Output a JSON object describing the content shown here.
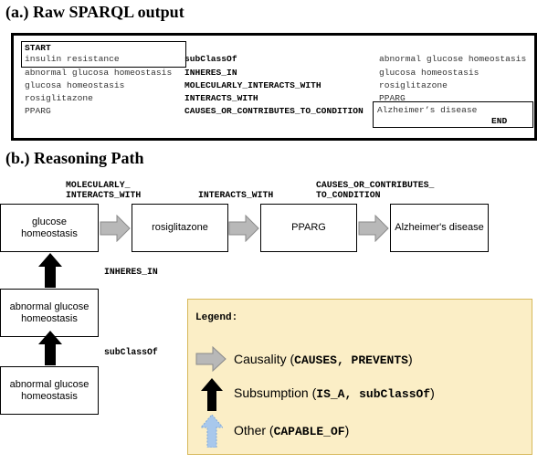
{
  "section_a": {
    "title": "(a.) Raw SPARQL output",
    "start_label": "START",
    "end_label": "END",
    "col1": [
      "insulin resistance",
      "abnormal glucosa homeostasis",
      "glucosa homeostasis",
      "rosiglitazone",
      "PPARG"
    ],
    "col2": [
      "subClassOf",
      "INHERES_IN",
      "MOLECULARLY_INTERACTS_WITH",
      "INTERACTS_WITH",
      "CAUSES_OR_CONTRIBUTES_TO_CONDITION"
    ],
    "col3": [
      "abnormal glucose homeostasis",
      "glucosa homeostasis",
      "rosiglitazone",
      "PPARG",
      "Alzheimer’s disease"
    ]
  },
  "section_b": {
    "title": "(b.) Reasoning Path",
    "nodes": {
      "glucose_homeostasis": "glucose homeostasis",
      "rosiglitazone": "rosiglitazone",
      "pparg": "PPARG",
      "alzheimers": "Alzheimer's disease",
      "abnormal_1": "abnormal glucose homeostasis",
      "abnormal_2": "abnormal glucose homeostasis"
    },
    "relations": {
      "molecularly": "MOLECULARLY_\nINTERACTS_WITH",
      "interacts": "INTERACTS_WITH",
      "causes": "CAUSES_OR_CONTRIBUTES_\nTO_CONDITION",
      "inheres": "INHERES_IN",
      "subclass": "subClassOf"
    }
  },
  "legend": {
    "title": "Legend:",
    "causality_text": "Causality (",
    "causality_code": "CAUSES, PREVENTS",
    "subsumption_text": "Subsumption (",
    "subsumption_code": "IS_A, subClassOf",
    "other_text": "Other (",
    "other_code": "CAPABLE_OF",
    "close_paren": ")"
  },
  "colors": {
    "legend_bg": "#fbeec6",
    "gray_arrow": "#b8b8b8",
    "black_arrow": "#000000",
    "blue_arrow": "#a8c8ec"
  }
}
